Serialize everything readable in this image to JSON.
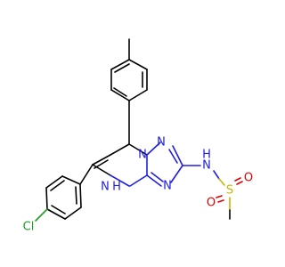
{
  "molecule": {
    "atoms": {
      "n_ring_top": "N",
      "n_ring_left": "N",
      "n_ring_bottom": "N",
      "n_sulfonamide": "N",
      "h_sulfonamide": "H",
      "n_h_ring": "N",
      "h_ring": "H",
      "sulfur": "S",
      "oxygen_top": "O",
      "oxygen_bottom": "O",
      "chlorine": "Cl"
    },
    "colors": {
      "carbon_bond": "#000000",
      "nitrogen": "#1f1fe0",
      "oxygen": "#e00000",
      "sulfur": "#c8b400",
      "chlorine": "#1fa01f"
    }
  }
}
